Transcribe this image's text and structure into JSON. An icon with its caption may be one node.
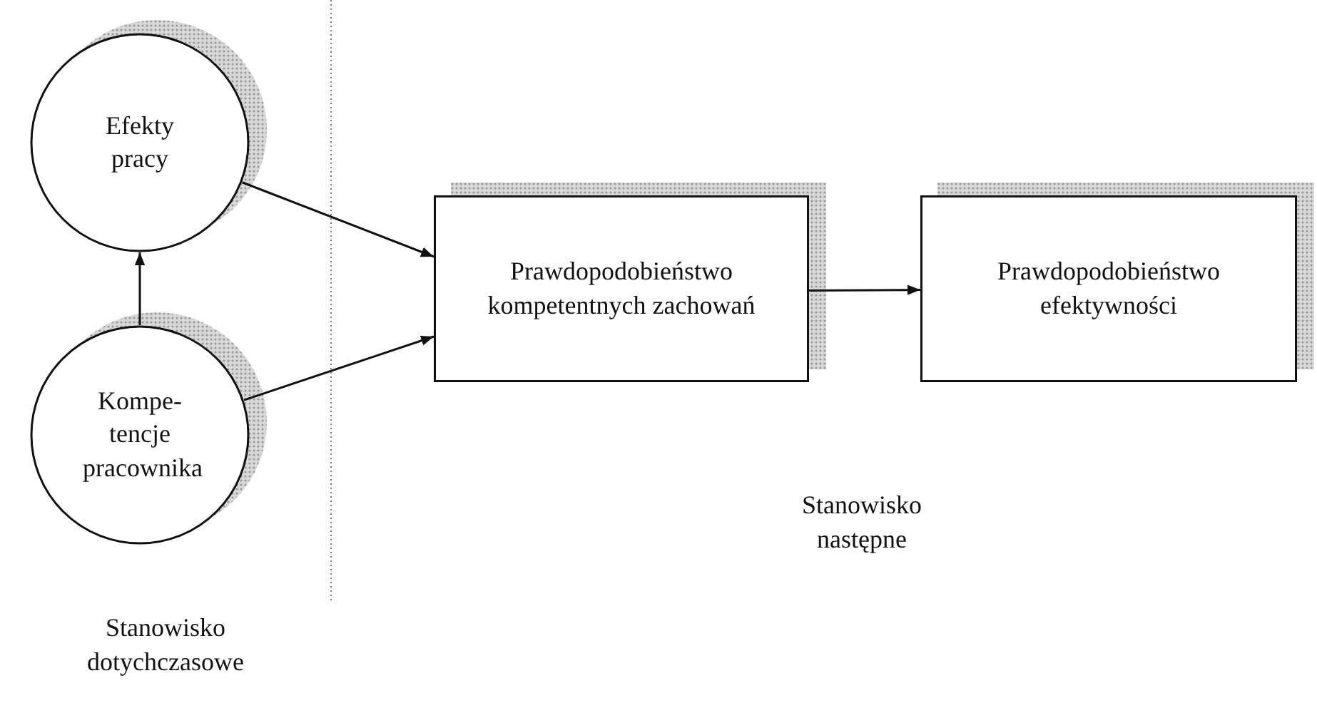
{
  "diagram": {
    "nodes": [
      {
        "text": [
          "Efekty pracy"
        ]
      },
      {
        "text": [
          "Kompe- tencje pracownika"
        ]
      },
      {
        "text": [
          "Prawdopodobieństwo kompetentnych zachowań"
        ]
      },
      {
        "text": [
          "Prawdopodobieństwo efektywności"
        ]
      }
    ],
    "edges": [
      {
        "from": 1,
        "to": 0,
        "arrow": "to"
      },
      {
        "from": 0,
        "to": 2,
        "arrow": "to"
      },
      {
        "from": 1,
        "to": 2,
        "arrow": "to"
      },
      {
        "from": 2,
        "to": 3,
        "arrow": "to"
      }
    ],
    "labels": [
      "Stanowisko następne",
      "Stanowisko dotychczasowe"
    ]
  }
}
